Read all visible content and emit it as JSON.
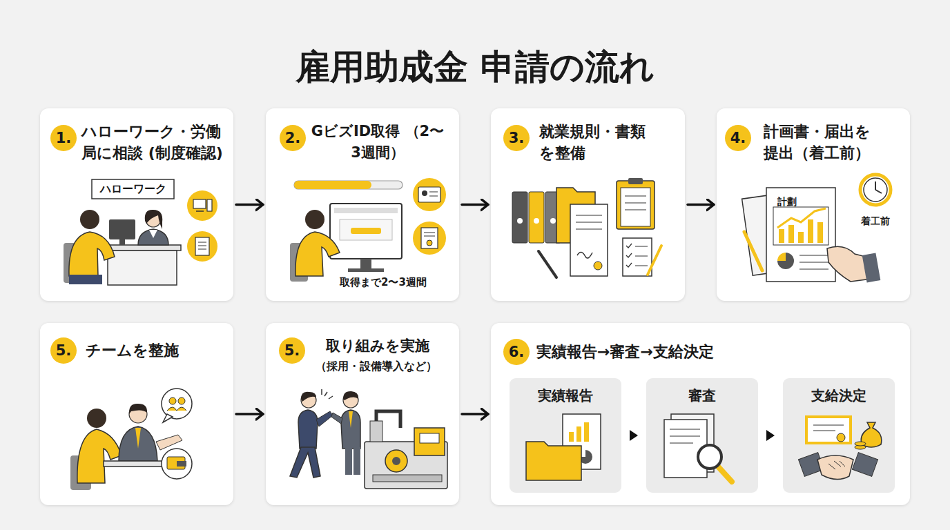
{
  "diagram": {
    "title": "雇用助成金 申請の流れ",
    "nodes": [
      {
        "text": [
          "1.",
          "ハローワーク・労働 局に相談 (制度確認)"
        ]
      },
      {
        "text": [
          "2.",
          "GビズID取得 （2〜3週間）"
        ]
      },
      {
        "text": [
          "3.",
          "就業規則・書類 を整備"
        ]
      },
      {
        "text": [
          "4.",
          "計画書・届出を 提出（着工前）"
        ]
      },
      {
        "text": [
          "5.",
          "チームを整施"
        ]
      },
      {
        "text": [
          "5.",
          "取り組みを実施",
          "（採用・設備導入など）"
        ]
      },
      {
        "text": [
          "6.",
          "実績報告→審査→支給決定"
        ]
      },
      {
        "text": [
          "実績報告"
        ],
        "in": 6
      },
      {
        "text": [
          "審査"
        ],
        "in": 6
      },
      {
        "text": [
          "支給決定"
        ],
        "in": 6
      }
    ],
    "edges": [
      {
        "from": 0,
        "to": 1,
        "arrow": "to"
      },
      {
        "from": 1,
        "to": 2,
        "arrow": "to"
      },
      {
        "from": 2,
        "to": 3,
        "arrow": "to"
      },
      {
        "from": 4,
        "to": 5,
        "arrow": "to"
      },
      {
        "from": 5,
        "to": 6,
        "arrow": "to"
      },
      {
        "from": 7,
        "to": 8,
        "arrow": "to"
      },
      {
        "from": 8,
        "to": 9,
        "arrow": "to"
      }
    ],
    "labels": [
      "ハローワーク",
      "取得まで2〜3週間",
      "計劃",
      "着工前"
    ]
  }
}
